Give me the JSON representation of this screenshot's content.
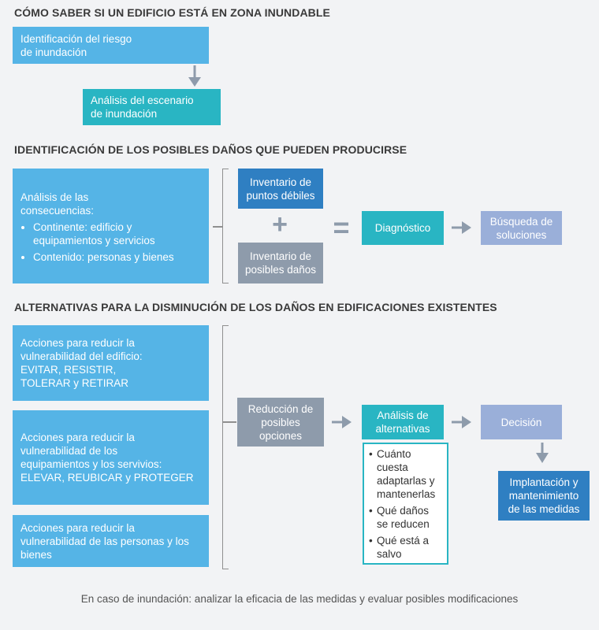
{
  "section1": {
    "heading": "CÓMO SABER SI UN EDIFICIO ESTÁ EN ZONA INUNDABLE",
    "box1_lines": [
      "Identificación del riesgo",
      "de inundación"
    ],
    "box2_lines": [
      "Análisis del escenario",
      "de inundación"
    ]
  },
  "section2": {
    "heading": "IDENTIFICACIÓN DE LOS POSIBLES DAÑOS QUE PUEDEN PRODUCIRSE",
    "consequences": {
      "title_lines": [
        "Análisis de las",
        "consecuencias:"
      ],
      "bullets": [
        "Continente: edificio y equipamientos y servicios",
        "Contenido: personas y bienes"
      ]
    },
    "weak_points": "Inventario de puntos débiles",
    "plus": "+",
    "damages": "Inventario de posibles daños",
    "equals": "=",
    "diagnosis": "Diagnóstico",
    "solutions": "Búsqueda de soluciones"
  },
  "section3": {
    "heading": "ALTERNATIVAS PARA LA DISMINUCIÓN DE LOS DAÑOS EN EDIFICACIONES EXISTENTES",
    "action1_lines": [
      "Acciones para  reducir la",
      "vulnerabilidad del edificio:",
      "EVITAR, RESISTIR,",
      "TOLERAR y RETIRAR"
    ],
    "action2_lines": [
      "Acciones para  reducir la",
      "vulnerabilidad de los",
      "equipamientos y los servivios:",
      "ELEVAR, REUBICAR y PROTEGER"
    ],
    "action3_lines": [
      "Acciones para reducir la",
      "vulnerabilidad de las personas y los",
      "bienes"
    ],
    "reduction": "Reducción de posibles opciones",
    "analysis": "Análisis de alternativas",
    "questions": [
      "Cuánto cuesta adaptarlas y mantenerlas",
      "Qué daños se reducen",
      "Qué está a salvo"
    ],
    "decision": "Decisión",
    "implementation": "Implantación y mantenimiento de las medidas"
  },
  "footer": "En caso de inundación: analizar la eficacia de las medidas y evaluar posibles modificaciones",
  "colors": {
    "light_blue": "#55b4e6",
    "teal": "#29b5c3",
    "dark_blue": "#2f7fc2",
    "grey": "#8e9bab",
    "pale_blue": "#9aafd9",
    "arrow": "#8e9bab"
  }
}
